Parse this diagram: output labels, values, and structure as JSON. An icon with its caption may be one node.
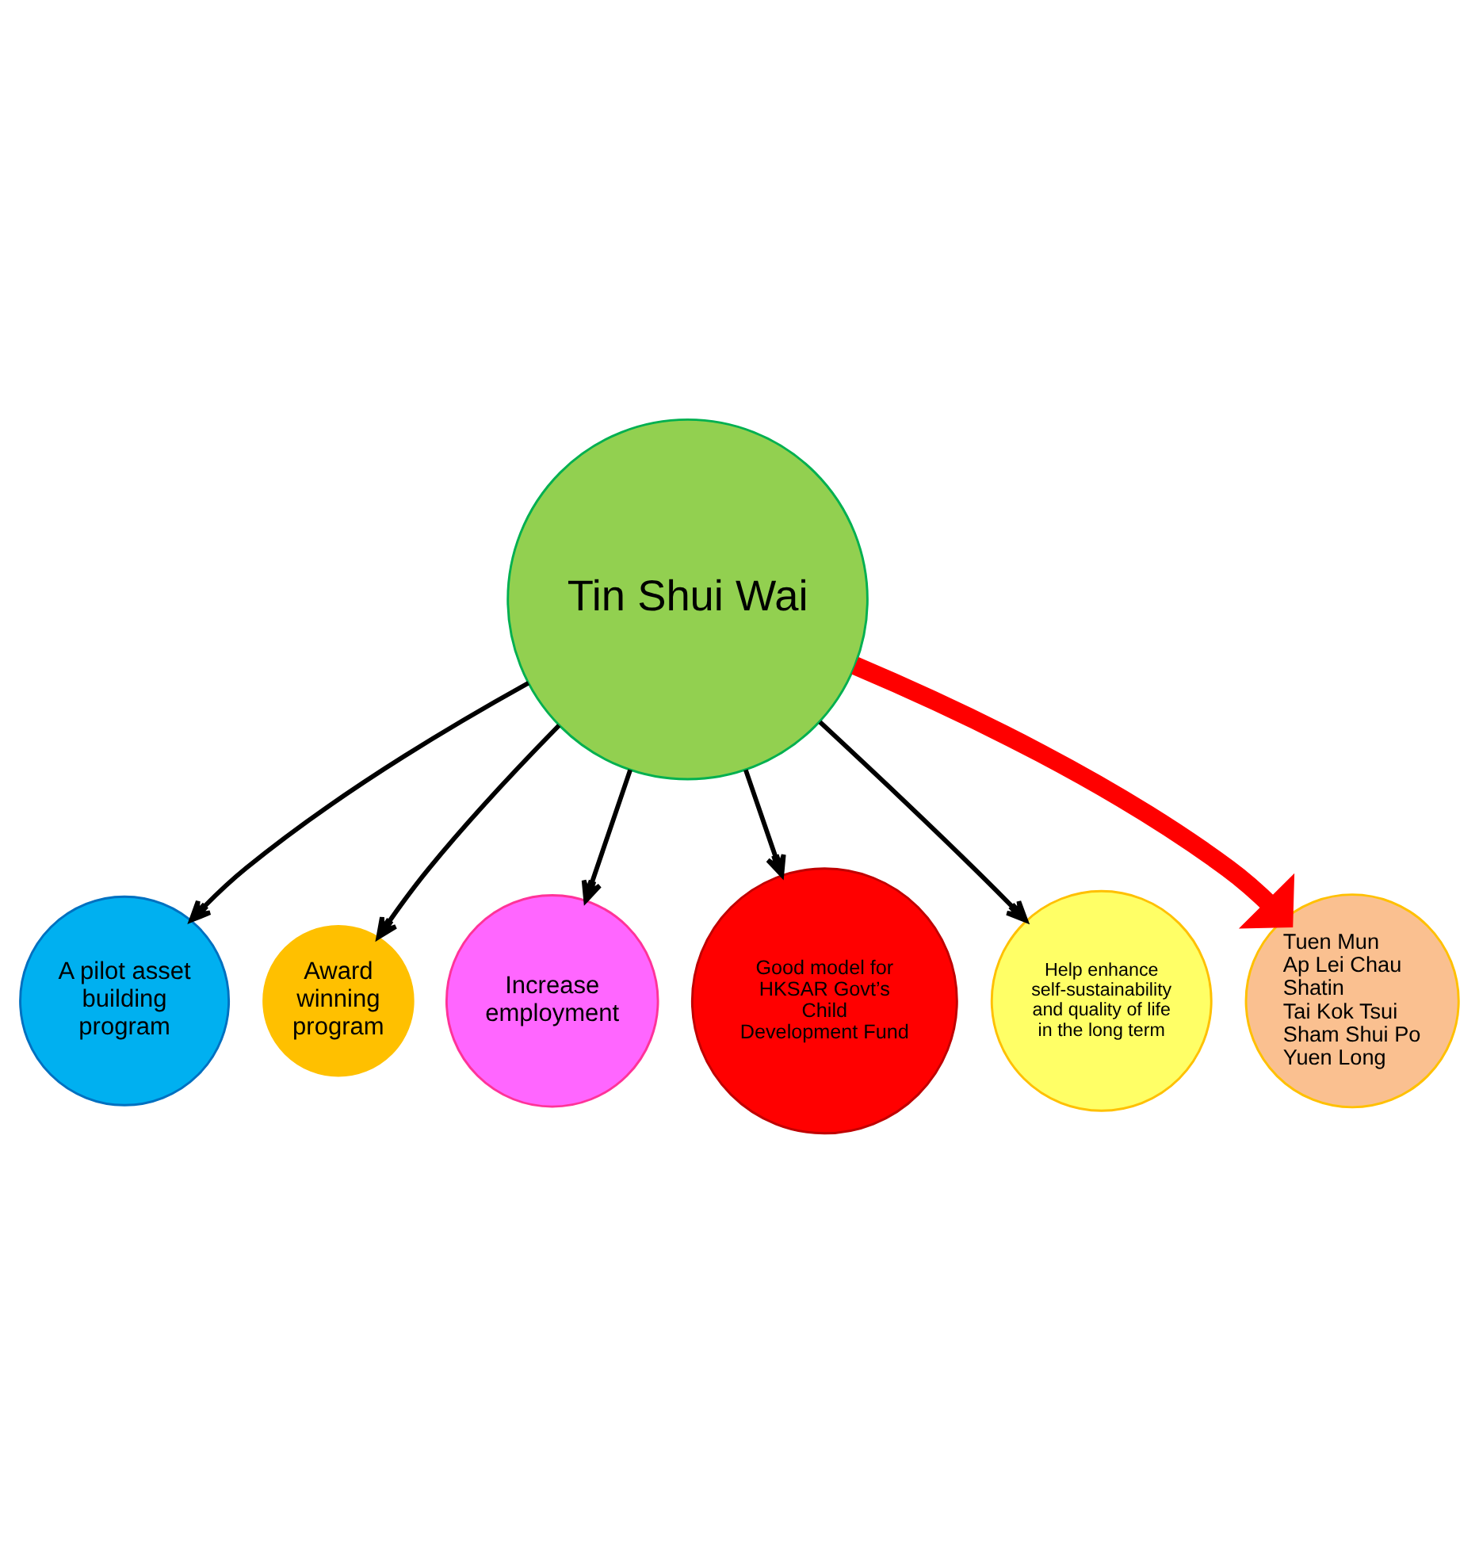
{
  "diagram": {
    "nodes": [
      {
        "text": [
          "Tin Shui Wai"
        ]
      },
      {
        "text": [
          "A pilot asset building program"
        ]
      },
      {
        "text": [
          "Award winning program"
        ]
      },
      {
        "text": [
          "Increase employment"
        ]
      },
      {
        "text": [
          "Good model for HKSAR Govt’s Child Development Fund"
        ]
      },
      {
        "text": [
          "Help enhance self-sustainability and quality of life in the long term"
        ]
      },
      {
        "text": [
          "Tuen Mun",
          "Ap Lei Chau",
          "Shatin",
          "Tai Kok Tsui",
          "Sham Shui Po",
          "Yuen Long"
        ]
      }
    ],
    "edges": [
      {
        "from": 0,
        "to": 1,
        "arrow": "to"
      },
      {
        "from": 0,
        "to": 2,
        "arrow": "to"
      },
      {
        "from": 0,
        "to": 3,
        "arrow": "to"
      },
      {
        "from": 0,
        "to": 4,
        "arrow": "to"
      },
      {
        "from": 0,
        "to": 5,
        "arrow": "to"
      },
      {
        "from": 0,
        "to": 6,
        "arrow": "to",
        "style": "thick",
        "color": "#ff0000"
      }
    ]
  }
}
